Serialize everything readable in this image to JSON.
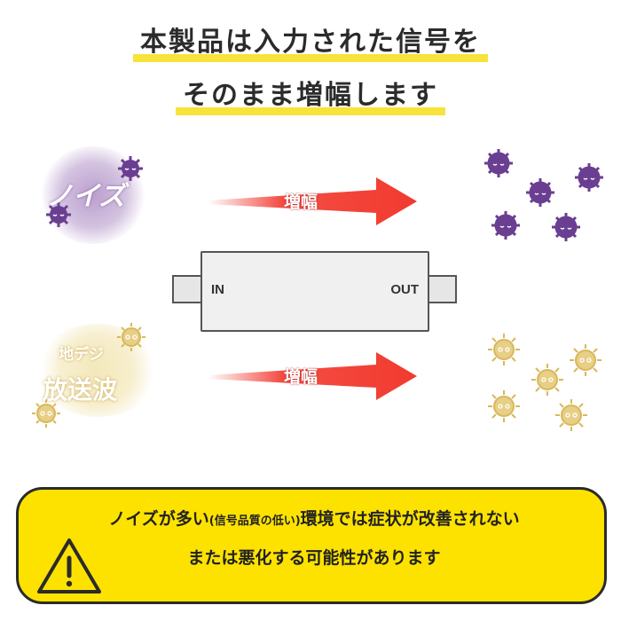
{
  "headline": {
    "line1": "本製品は入力された信号を",
    "line2": "そのまま増幅します"
  },
  "noise_row": {
    "label": "ノイズ",
    "arrow_label": "増幅",
    "colors": {
      "virus": "#6a3f92",
      "glow": "#b79acb"
    }
  },
  "device": {
    "in_label": "IN",
    "out_label": "OUT"
  },
  "signal_row": {
    "label_small": "地デジ",
    "label_large": "放送波",
    "arrow_label": "増幅",
    "colors": {
      "virus": "#d9b85a",
      "glow": "#f3e7b8"
    }
  },
  "notice": {
    "line1_a": "ノイズが多い",
    "line1_paren": "(信号品質の低い)",
    "line1_b": "環境では症状が改善されない",
    "line2": "または悪化する可能性があります",
    "icon": "warning-icon",
    "colors": {
      "background": "#fde200",
      "border": "#2b2b2b"
    }
  },
  "arrow_color": "#f23a2f"
}
